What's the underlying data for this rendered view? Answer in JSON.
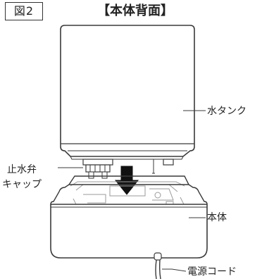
{
  "figure": {
    "label": "図2",
    "title": "【本体背面】"
  },
  "callouts": {
    "water_tank": "水タンク",
    "stop_valve_cap_line1": "止水弁",
    "stop_valve_cap_line2": "キャップ",
    "main_body": "本体",
    "power_cord": "電源コード"
  },
  "colors": {
    "line": "#3a3a3a",
    "tank_fill": "#ffffff",
    "arrow": "#111111",
    "gray_detail": "#9a9a9a"
  }
}
